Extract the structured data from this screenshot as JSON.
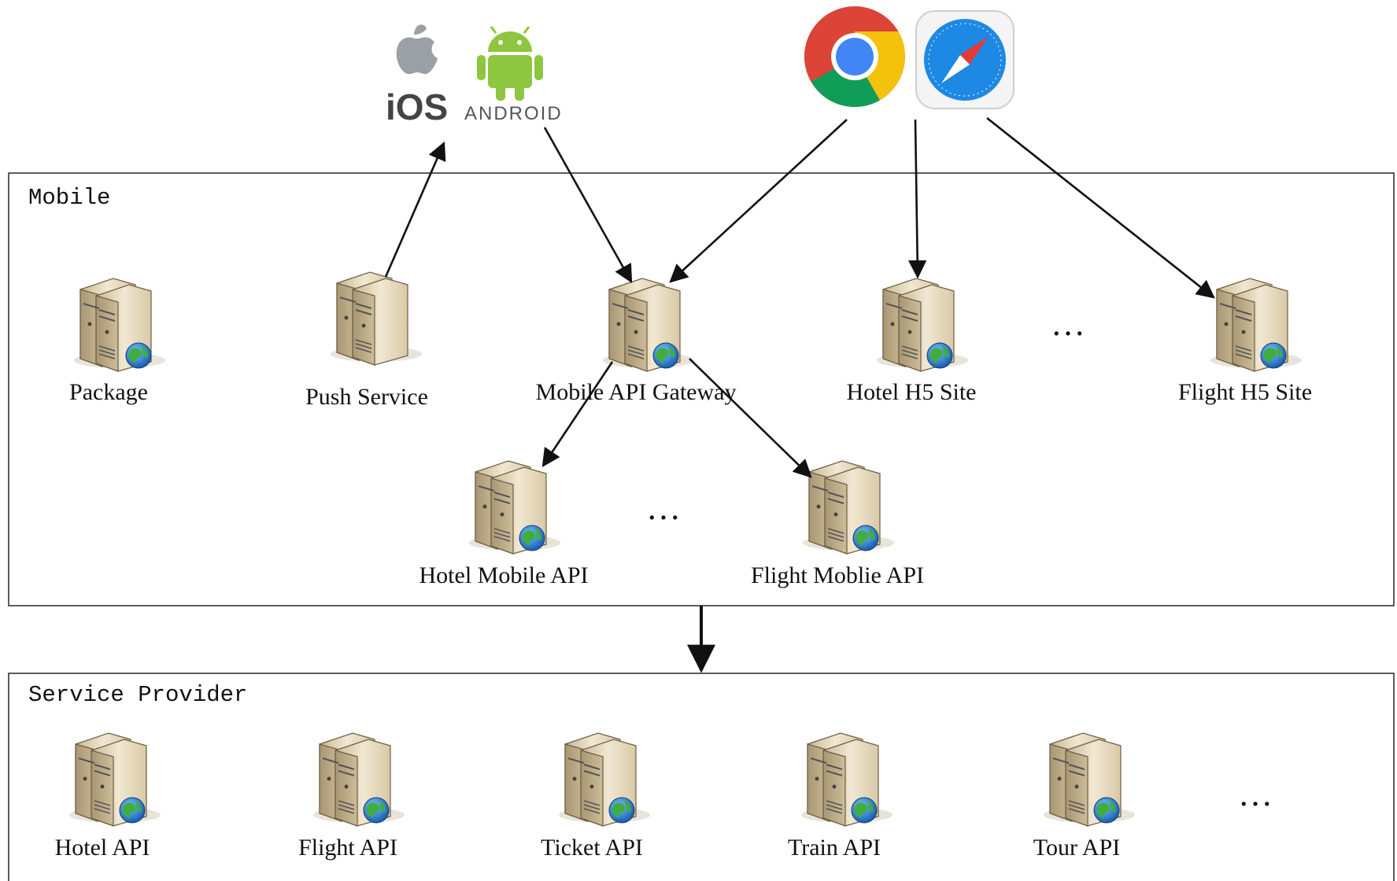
{
  "clients": {
    "ios_text": "iOS",
    "android_text": "ANDROID",
    "ios_icon": "apple-icon",
    "android_icon": "android-robot-icon",
    "chrome_icon": "chrome-browser-icon",
    "safari_icon": "safari-browser-icon"
  },
  "mobile": {
    "title": "Mobile",
    "nodes": {
      "package": "Package",
      "push_service": "Push Service",
      "gateway": "Mobile API Gateway",
      "hotel_h5": "Hotel H5 Site",
      "flight_h5": "Flight H5 Site",
      "hotel_mobile_api": "Hotel Mobile API",
      "flight_mobile_api": "Flight Moblie API"
    },
    "ellipsis": "…"
  },
  "provider": {
    "title": "Service Provider",
    "nodes": {
      "hotel_api": "Hotel API",
      "flight_api": "Flight API",
      "ticket_api": "Ticket API",
      "train_api": "Train API",
      "tour_api": "Tour API"
    },
    "ellipsis": "…"
  },
  "colors": {
    "border": "#333333",
    "server_body": "#e8dcc0",
    "globe": "#2a7fd4",
    "android": "#8ec63f",
    "chrome_red": "#db4437",
    "chrome_green": "#0f9d58",
    "chrome_yellow": "#f4c20d",
    "chrome_blue": "#4285f4",
    "safari_blue": "#1e88e5"
  }
}
